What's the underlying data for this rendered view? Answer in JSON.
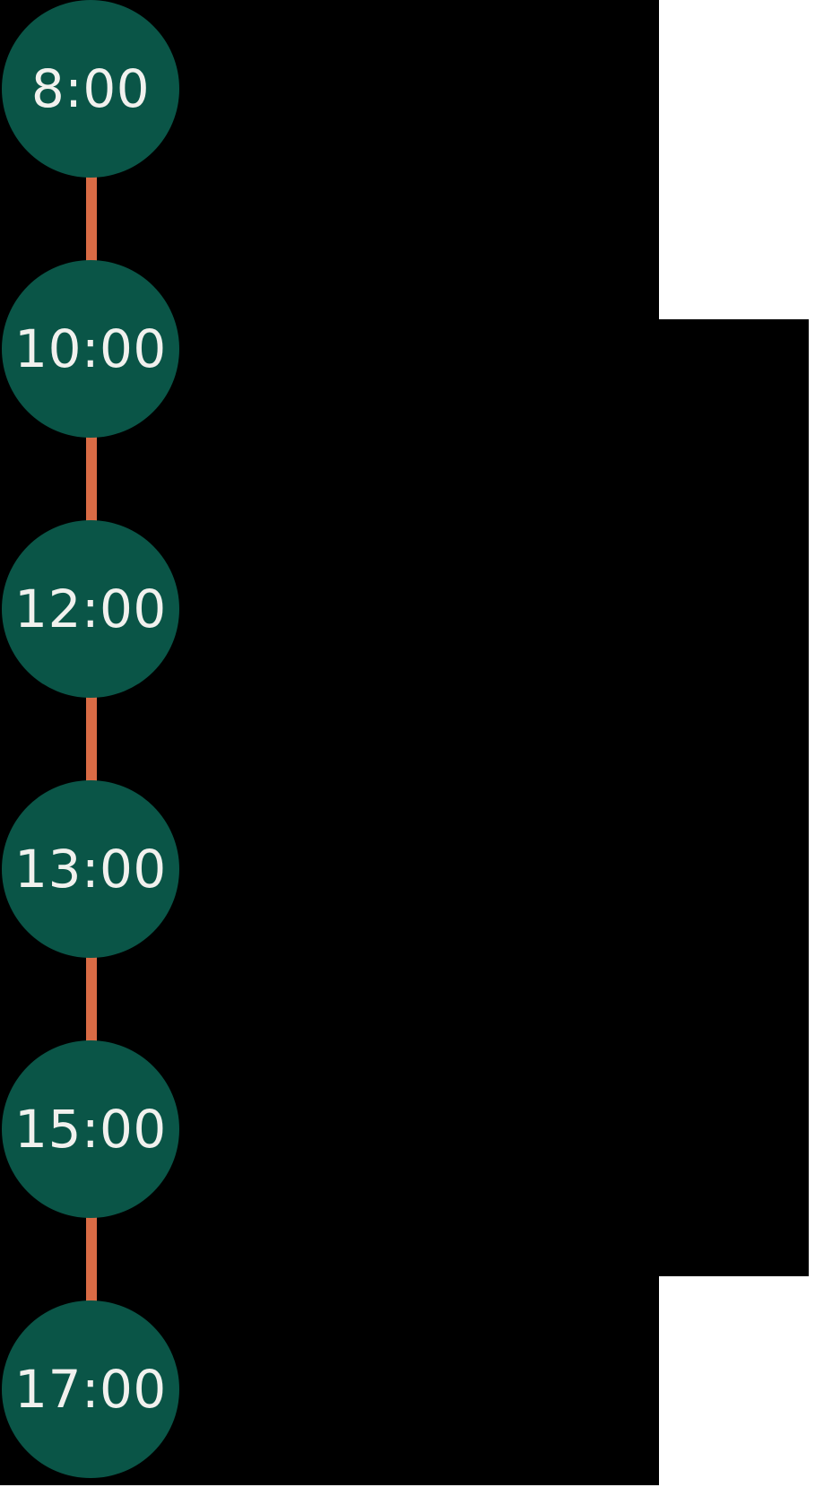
{
  "colors": {
    "background": "#000000",
    "panel": "#ffffff",
    "node_fill": "#0a5547",
    "connector": "#d96b45",
    "label": "#f1f1ee"
  },
  "timeline": {
    "items": [
      {
        "time": "8:00"
      },
      {
        "time": "10:00"
      },
      {
        "time": "12:00"
      },
      {
        "time": "13:00"
      },
      {
        "time": "15:00"
      },
      {
        "time": "17:00"
      }
    ]
  }
}
